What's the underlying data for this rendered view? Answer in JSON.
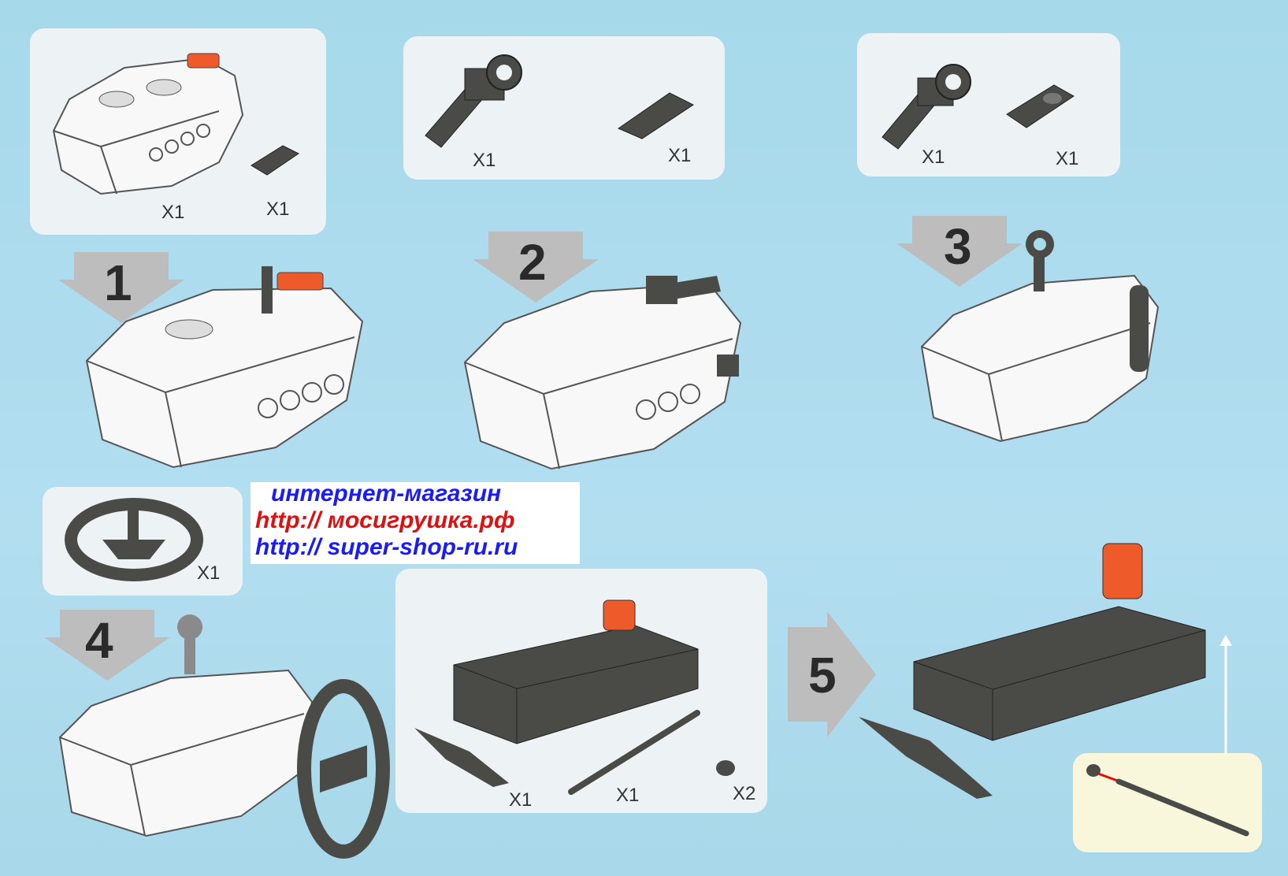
{
  "colors": {
    "background": "#a9dbea",
    "panel": "#edf3f4",
    "arrow": "#bdbdbd",
    "part_dark": "#4a4a47",
    "part_orange": "#ef5a2a",
    "watermark_blue": "#1a1aff",
    "watermark_red": "#e01010"
  },
  "steps": [
    {
      "number": "1",
      "parts": [
        {
          "icon": "motor-box-icon",
          "qty": "X1"
        },
        {
          "icon": "axle-connector-icon",
          "qty": "X1"
        }
      ]
    },
    {
      "number": "2",
      "parts": [
        {
          "icon": "axle-pin-connector-icon",
          "qty": "X1"
        },
        {
          "icon": "bushing-pin-icon",
          "qty": "X1"
        }
      ]
    },
    {
      "number": "3",
      "parts": [
        {
          "icon": "axle-pin-connector-icon",
          "qty": "X1"
        },
        {
          "icon": "liftarm-icon",
          "qty": "X1"
        }
      ]
    },
    {
      "number": "4",
      "parts": [
        {
          "icon": "steering-wheel-icon",
          "qty": "X1"
        }
      ]
    },
    {
      "number": "5",
      "parts": [
        {
          "icon": "brick-chassis-icon",
          "qty": "X1"
        },
        {
          "icon": "axle-rod-icon",
          "qty": "X1"
        },
        {
          "icon": "bushing-icon",
          "qty": "X2"
        }
      ]
    }
  ],
  "watermark": {
    "line1": "интернет-магазин",
    "line2": "http:// мосигрушка.рф",
    "line3": "http:// super-shop-ru.ru"
  }
}
